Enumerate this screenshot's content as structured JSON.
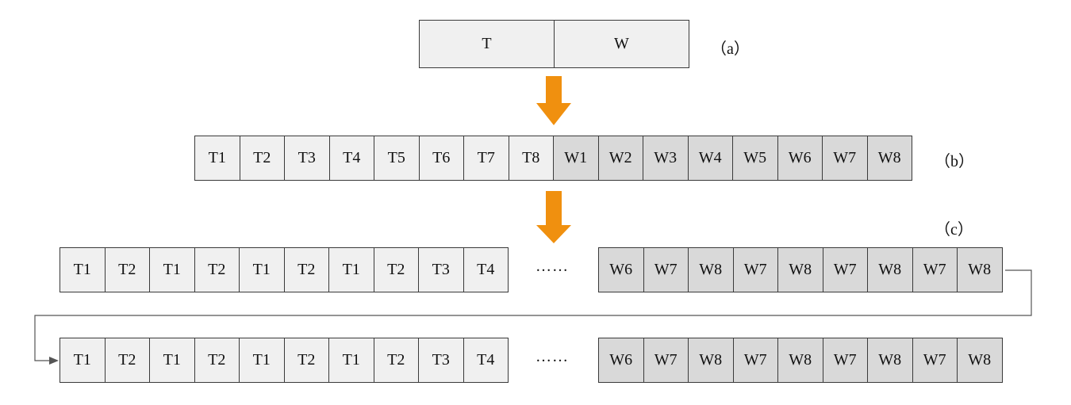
{
  "row_a": {
    "cells": [
      "T",
      "W"
    ],
    "label": "（a）"
  },
  "row_b": {
    "cells": [
      "T1",
      "T2",
      "T3",
      "T4",
      "T5",
      "T6",
      "T7",
      "T8",
      "W1",
      "W2",
      "W3",
      "W4",
      "W5",
      "W6",
      "W7",
      "W8"
    ],
    "label": "（b）"
  },
  "row_c": {
    "label": "（c）",
    "left_cells": [
      "T1",
      "T2",
      "T1",
      "T2",
      "T1",
      "T2",
      "T1",
      "T2",
      "T3",
      "T4"
    ],
    "right_cells": [
      "W6",
      "W7",
      "W8",
      "W7",
      "W8",
      "W7",
      "W8",
      "W7",
      "W8"
    ],
    "ellipsis": "……"
  },
  "row_d": {
    "left_cells": [
      "T1",
      "T2",
      "T1",
      "T2",
      "T1",
      "T2",
      "T1",
      "T2",
      "T3",
      "T4"
    ],
    "right_cells": [
      "W6",
      "W7",
      "W8",
      "W7",
      "W8",
      "W7",
      "W8",
      "W7",
      "W8"
    ],
    "ellipsis": "……"
  },
  "colors": {
    "t_fill": "#f0f0f0",
    "w_fill": "#d9d9d9",
    "arrow": "#f0900f",
    "border": "#3a3a3a"
  }
}
